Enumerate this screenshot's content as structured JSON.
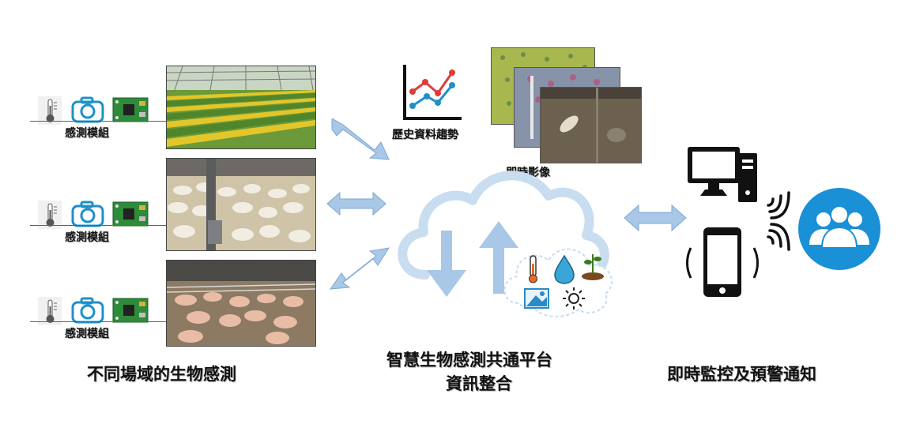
{
  "sensor_modules": [
    {
      "label": "感測模組",
      "icons": [
        "thermometer-icon",
        "camera-icon",
        "circuit-board-icon"
      ]
    },
    {
      "label": "感測模組",
      "icons": [
        "thermometer-icon",
        "camera-icon",
        "circuit-board-icon"
      ]
    },
    {
      "label": "感測模組",
      "icons": [
        "thermometer-icon",
        "camera-icon",
        "circuit-board-icon"
      ]
    }
  ],
  "scenes": [
    "greenhouse-photo",
    "poultry-house-photo",
    "pig-farm-photo"
  ],
  "history": {
    "label": "歷史資料趨勢",
    "icon": "line-chart-icon"
  },
  "live_video": {
    "label": "即時影像"
  },
  "cloud": {
    "icons": [
      "download-arrow-icon",
      "upload-arrow-icon",
      "thermometer-icon",
      "water-drop-icon",
      "plant-sprout-icon",
      "image-icon",
      "sun-icon"
    ]
  },
  "captions": {
    "left": "不同場域的生物感測",
    "center_line1": "智慧生物感測共通平台",
    "center_line2": "資訊整合",
    "right": "即時監控及預警通知"
  },
  "colors": {
    "arrow": "#a9c7e6",
    "cloud": "#c9ddf1",
    "users": "#1a90d6",
    "device": "#111111",
    "sensor_line": "#2f6f8f"
  }
}
